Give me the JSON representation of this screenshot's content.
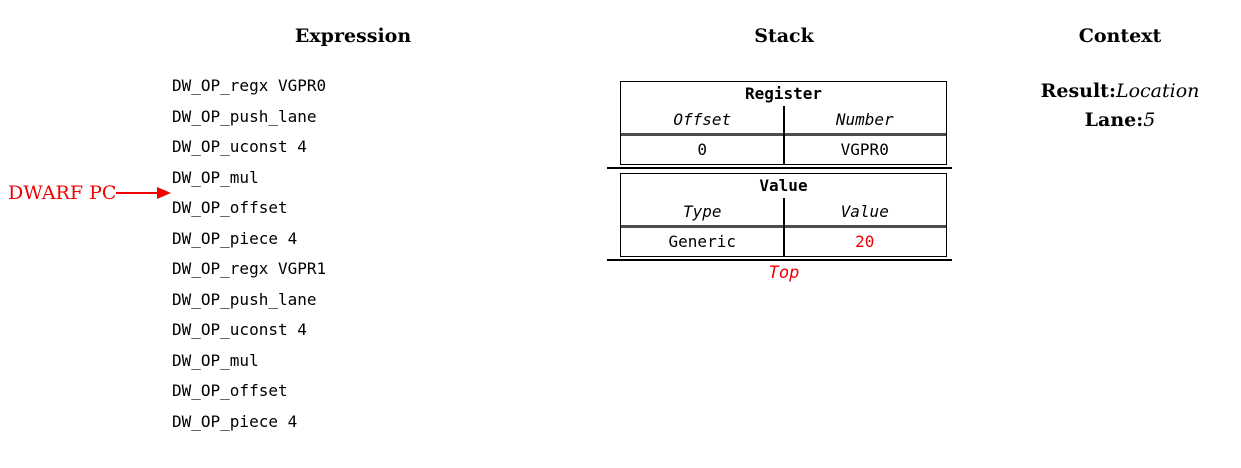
{
  "colors": {
    "accent_red": "#f00000",
    "separator_gray": "#4d4d4d",
    "border_black": "#000000"
  },
  "expression": {
    "heading": "Expression",
    "items": [
      "DW_OP_regx VGPR0",
      "DW_OP_push_lane",
      "DW_OP_uconst 4",
      "DW_OP_mul",
      "DW_OP_offset",
      "DW_OP_piece 4",
      "DW_OP_regx VGPR1",
      "DW_OP_push_lane",
      "DW_OP_uconst 4",
      "DW_OP_mul",
      "DW_OP_offset",
      "DW_OP_piece 4"
    ]
  },
  "pc_pointer": {
    "label": "DWARF PC"
  },
  "stack": {
    "heading": "Stack",
    "entries": [
      {
        "title": "Register",
        "columns": [
          "Offset",
          "Number"
        ],
        "values": [
          "0",
          "VGPR0"
        ]
      },
      {
        "title": "Value",
        "columns": [
          "Type",
          "Value"
        ],
        "values": [
          "Generic",
          "20"
        ]
      }
    ],
    "top_label": "Top"
  },
  "context": {
    "heading": "Context",
    "fields": [
      {
        "label": "Result:",
        "value": "Location"
      },
      {
        "label": "Lane:",
        "value": "5"
      }
    ]
  }
}
